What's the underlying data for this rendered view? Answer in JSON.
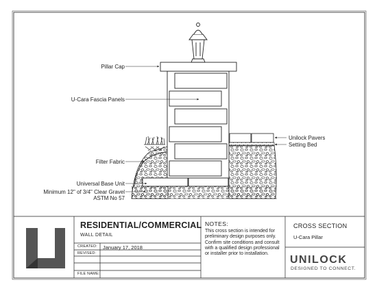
{
  "labels": {
    "pillar_cap": "Pillar Cap",
    "fascia_panels": "U-Cara Fascia Panels",
    "filter_fabric": "Filter Fabric",
    "universal_base": "Universal Base Unit",
    "gravel_line1": "Minimum 12\" of  3/4\" Clear Gravel",
    "gravel_line2": "ASTM No 57",
    "pavers": "Unilock Pavers",
    "setting_bed": "Setting Bed"
  },
  "title_block": {
    "title": "RESIDENTIAL/COMMERCIAL",
    "subtitle": "WALL DETAIL",
    "created_label": "CREATED:",
    "created_value": "January 17, 2018",
    "revised_label": "REVISED:",
    "file_label": "FILE NAME:"
  },
  "notes": {
    "heading": "NOTES:",
    "body": "This cross section is intended for preliminary design purposes only. Confirm site conditions and consult with a qualified design professional or installer prior to installation."
  },
  "section": {
    "heading": "CROSS SECTION",
    "name": "U-Cara Pillar"
  },
  "brand": {
    "name": "UNILOCK",
    "tagline": "DESIGNED TO CONNECT."
  },
  "colors": {
    "line": "#222222",
    "logo": "#555555"
  }
}
